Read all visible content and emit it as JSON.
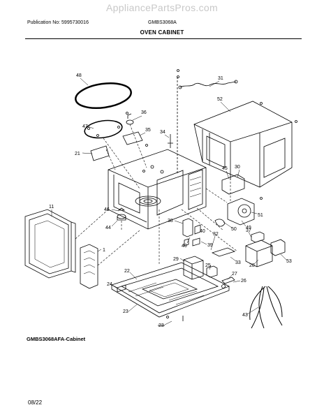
{
  "header": {
    "watermark": "AppliancePartsPros.com",
    "publication": "Publication No: 5995730016",
    "model": "GMBS3068A",
    "title": "OVEN CABINET"
  },
  "diagram": {
    "caption": "GMBS3068AFA-Cabinet",
    "callouts": [
      "48",
      "31",
      "36",
      "52",
      "47",
      "35",
      "34",
      "21",
      "45",
      "30",
      "11",
      "46",
      "51",
      "44",
      "38",
      "49",
      "37",
      "1",
      "39",
      "32",
      "40",
      "50",
      "40",
      "29",
      "25",
      "33",
      "28",
      "53",
      "22",
      "24",
      "27",
      "26",
      "23",
      "43",
      "23"
    ]
  },
  "footer": {
    "date": "08/22"
  }
}
